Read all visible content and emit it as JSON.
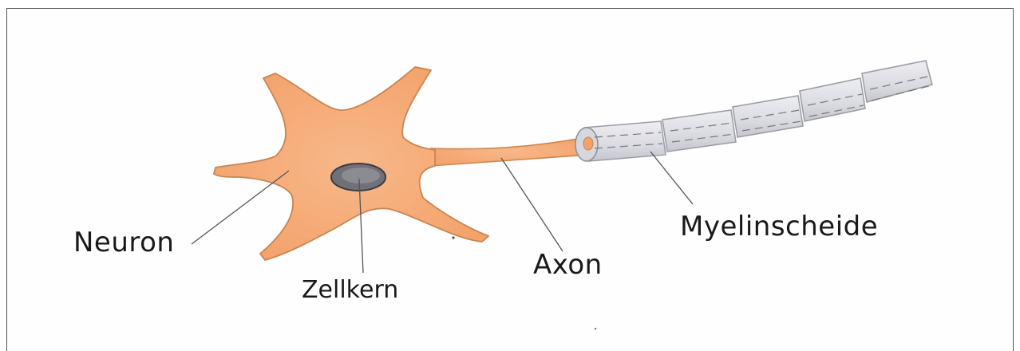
{
  "labels": {
    "neuron": "Neuron",
    "nucleus": "Zellkern",
    "axon": "Axon",
    "myelin": "Myelinscheide"
  },
  "colors": {
    "cell_body": "#f6b07e",
    "cell_outline": "#c98550",
    "nucleus": "#6f7078",
    "myelin": "#e0e1e6",
    "myelin_outline": "#9a9ba3",
    "leader_lines": "#555555"
  }
}
